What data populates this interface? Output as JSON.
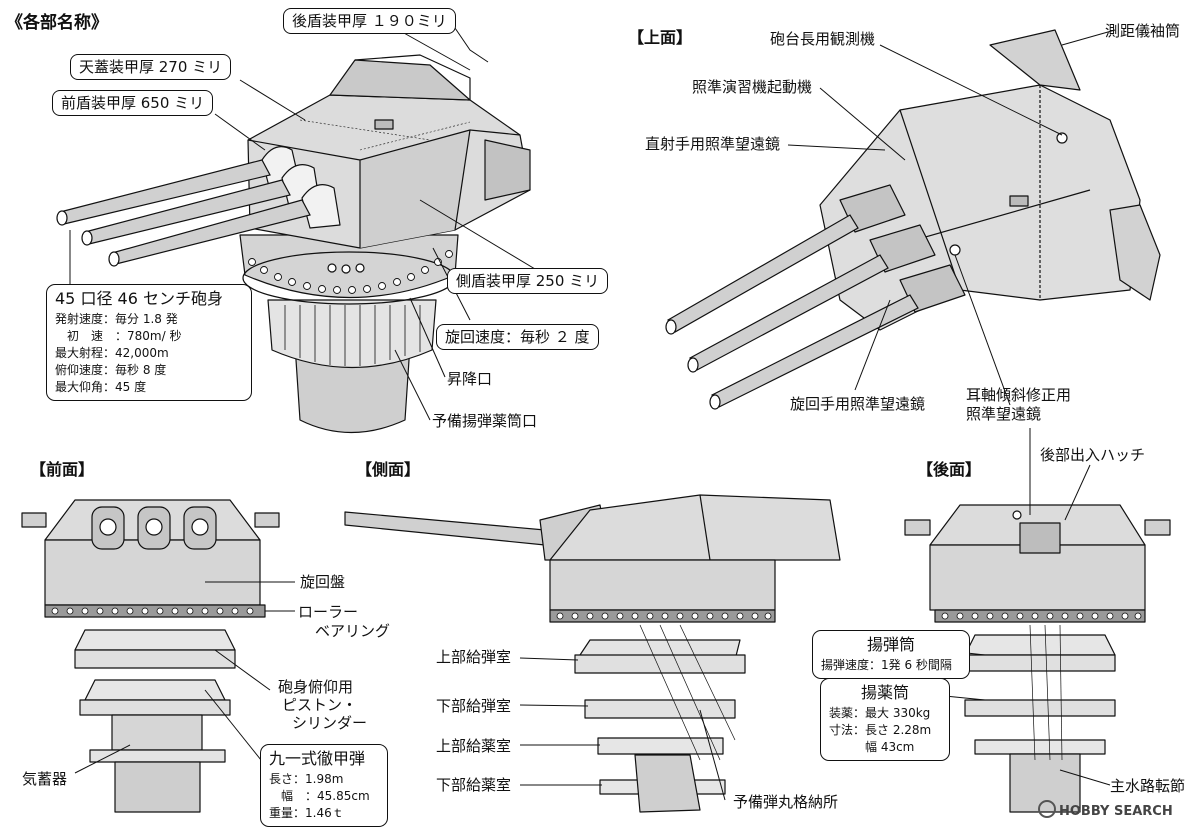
{
  "header": {
    "title": "《各部名称》"
  },
  "sections": {
    "top": "【上面】",
    "front": "【前面】",
    "side": "【側面】",
    "rear": "【後面】"
  },
  "main_labels": {
    "rear_shield": "後盾装甲厚 １９０ミリ",
    "roof": "天蓋装甲厚 270 ミリ",
    "front_shield": "前盾装甲厚 650 ミリ",
    "side_shield": "側盾装甲厚 250 ミリ",
    "rotation": "旋回速度：毎秒 ２ 度",
    "hatch": "昇降口",
    "spare_powder": "予備揚弾薬筒口"
  },
  "gun_spec": {
    "head": "45 口径 46 センチ砲身",
    "rows": [
      "発射速度：毎分 1.8 発",
      "　初　速　：780m/ 秒",
      "最大射程：42,000m",
      "俯仰速度：毎秒 8 度",
      "最大仰角：45 度"
    ]
  },
  "top_labels": {
    "observer": "砲台長用観測機",
    "rangefinder": "測距儀袖筒",
    "aim_practice": "照準演習機起動機",
    "direct_scope": "直射手用照準望遠鏡",
    "train_scope": "旋回手用照準望遠鏡",
    "trunnion_scope_1": "耳軸傾斜修正用",
    "trunnion_scope_2": "照準望遠鏡"
  },
  "front_labels": {
    "turntable": "旋回盤",
    "roller_1": "ローラー",
    "roller_2": "ベアリング",
    "piston_1": "砲身俯仰用",
    "piston_2": "ピストン・",
    "piston_3": "シリンダー",
    "accumulator": "気蓄器"
  },
  "shell_spec": {
    "head": "九一式徹甲弾",
    "rows": [
      "長さ：1.98m",
      "　幅　：45.85cm",
      "重量：1.46ｔ"
    ]
  },
  "side_labels": {
    "upper_shell": "上部給弾室",
    "lower_shell": "下部給弾室",
    "upper_powder": "上部給薬室",
    "lower_powder": "下部給薬室",
    "spare_storage": "予備弾丸格納所"
  },
  "rear_labels": {
    "rear_hatch": "後部出入ハッチ",
    "water_joint": "主水路転節"
  },
  "hoist_spec": {
    "head": "揚弾筒",
    "rows": [
      "揚弾速度：1発 6 秒間隔"
    ]
  },
  "powder_spec": {
    "head": "揚薬筒",
    "rows": [
      "装薬：最大 330kg",
      "寸法：長さ 2.28m",
      "　　　幅 43cm"
    ]
  },
  "watermark": "HOBBY SEARCH",
  "colors": {
    "ink": "#111111",
    "metal": "#d6d6d6",
    "metal_dark": "#a9a9a9",
    "metal_light": "#ececec"
  }
}
